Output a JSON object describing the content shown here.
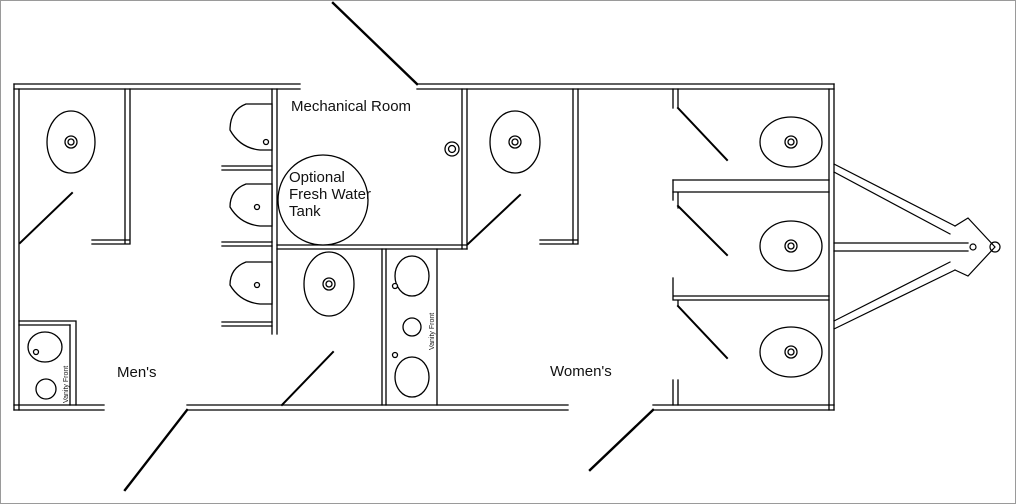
{
  "labels": {
    "mechanical_room": "Mechanical Room",
    "tank_line1": "Optional",
    "tank_line2": "Fresh Water",
    "tank_line3": "Tank",
    "mens": "Men's",
    "womens": "Women's",
    "vanity_front": "Vanity Front"
  },
  "colors": {
    "line": "#000000",
    "background": "#ffffff",
    "frame": "#9a9a9a"
  }
}
